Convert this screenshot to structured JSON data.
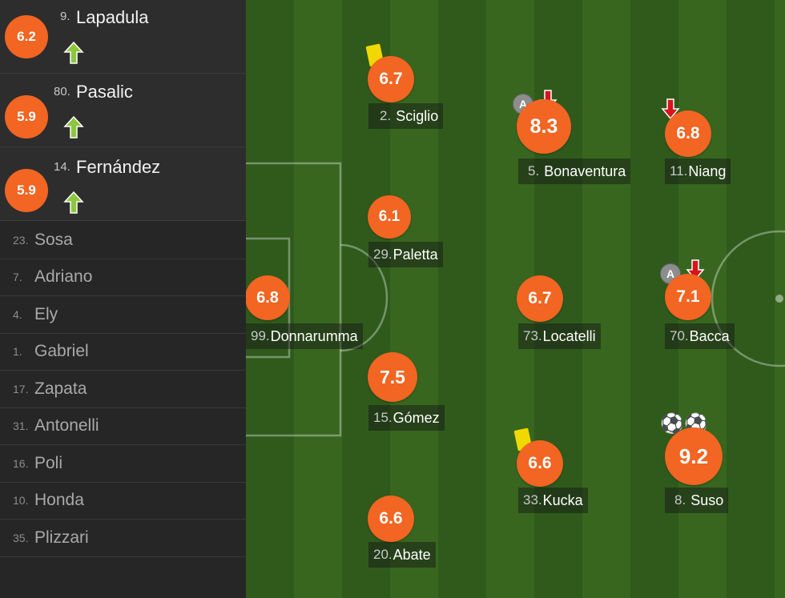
{
  "substitutes": [
    {
      "number": "9.",
      "name": "Lapadula",
      "rating": "6.2"
    },
    {
      "number": "80.",
      "name": "Pasalic",
      "rating": "5.9"
    },
    {
      "number": "14.",
      "name": "Fernández",
      "rating": "5.9"
    }
  ],
  "bench": [
    {
      "number": "23.",
      "name": "Sosa"
    },
    {
      "number": "7.",
      "name": "Adriano"
    },
    {
      "number": "4.",
      "name": "Ely"
    },
    {
      "number": "1.",
      "name": "Gabriel"
    },
    {
      "number": "17.",
      "name": "Zapata"
    },
    {
      "number": "31.",
      "name": "Antonelli"
    },
    {
      "number": "16.",
      "name": "Poli"
    },
    {
      "number": "10.",
      "name": "Honda"
    },
    {
      "number": "35.",
      "name": "Plizzari"
    }
  ],
  "pitch_players": {
    "donnarumma": {
      "number": "99.",
      "name": "Donnarumma",
      "rating": "6.8"
    },
    "sciglio": {
      "number": "2.",
      "name": "Sciglio",
      "rating": "6.7"
    },
    "paletta": {
      "number": "29.",
      "name": "Paletta",
      "rating": "6.1"
    },
    "gomez": {
      "number": "15.",
      "name": "Gómez",
      "rating": "7.5"
    },
    "abate": {
      "number": "20.",
      "name": "Abate",
      "rating": "6.6"
    },
    "bonaventura": {
      "number": "5.",
      "name": "Bonaventura",
      "rating": "8.3"
    },
    "locatelli": {
      "number": "73.",
      "name": "Locatelli",
      "rating": "6.7"
    },
    "kucka": {
      "number": "33.",
      "name": "Kucka",
      "rating": "6.6"
    },
    "niang": {
      "number": "11.",
      "name": "Niang",
      "rating": "6.8"
    },
    "bacca": {
      "number": "70.",
      "name": "Bacca",
      "rating": "7.1"
    },
    "suso": {
      "number": "8.",
      "name": "Suso",
      "rating": "9.2"
    }
  },
  "captain_badge": "A",
  "colors": {
    "rating_bg": "#f26522",
    "yellow_card": "#f0d800",
    "sub_in_arrow": "#8cc63f",
    "sub_out_arrow": "#d7141c",
    "pitch_dark": "#2f5a1c",
    "pitch_light": "#38661f"
  },
  "icons": {
    "sub_in": "arrow-up-icon",
    "sub_out": "arrow-down-icon",
    "yellow_card": "yellow-card-icon",
    "goal": "football-icon",
    "captain": "captain-badge-icon"
  }
}
